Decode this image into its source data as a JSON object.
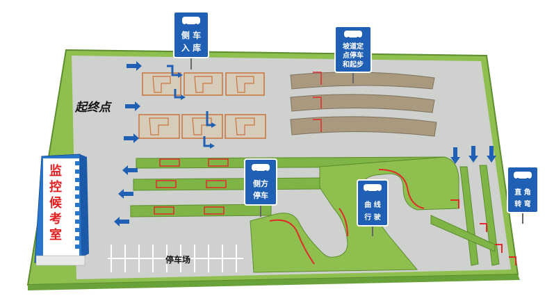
{
  "colors": {
    "grass": "#8ebf4f",
    "grass_dark": "#6aa23a",
    "asphalt": "#c9ccc9",
    "slot_fill": "#d2c9b8",
    "slot_line": "#c8723a",
    "ramp": "#a8997f",
    "sign_blue": "#1f5fb4",
    "arrow_blue": "#1f5fb4",
    "red_line": "#e02a2a",
    "building_blue": "#1c6fc9",
    "building_title": "#e02020"
  },
  "labels": {
    "start_end": "起终点",
    "parking_lot": "停车场"
  },
  "building": {
    "title_chars": [
      "监",
      "控",
      "候",
      "考",
      "室"
    ]
  },
  "signs": [
    {
      "id": "reverse-parking",
      "lines": [
        "侧 车",
        "入 库"
      ],
      "icon": "car-icon"
    },
    {
      "id": "hill-start",
      "lines": [
        "坡道定",
        "点停车",
        "和起步"
      ],
      "icon": "car-icon"
    },
    {
      "id": "side-parking",
      "lines": [
        "侧方",
        "停车"
      ],
      "icon": "car-icon"
    },
    {
      "id": "curve-driving",
      "lines": [
        "曲 线",
        "行 驶"
      ],
      "icon": "car-icon"
    },
    {
      "id": "right-angle-turn",
      "lines": [
        "直 角",
        "转 弯"
      ],
      "icon": "car-icon"
    }
  ]
}
